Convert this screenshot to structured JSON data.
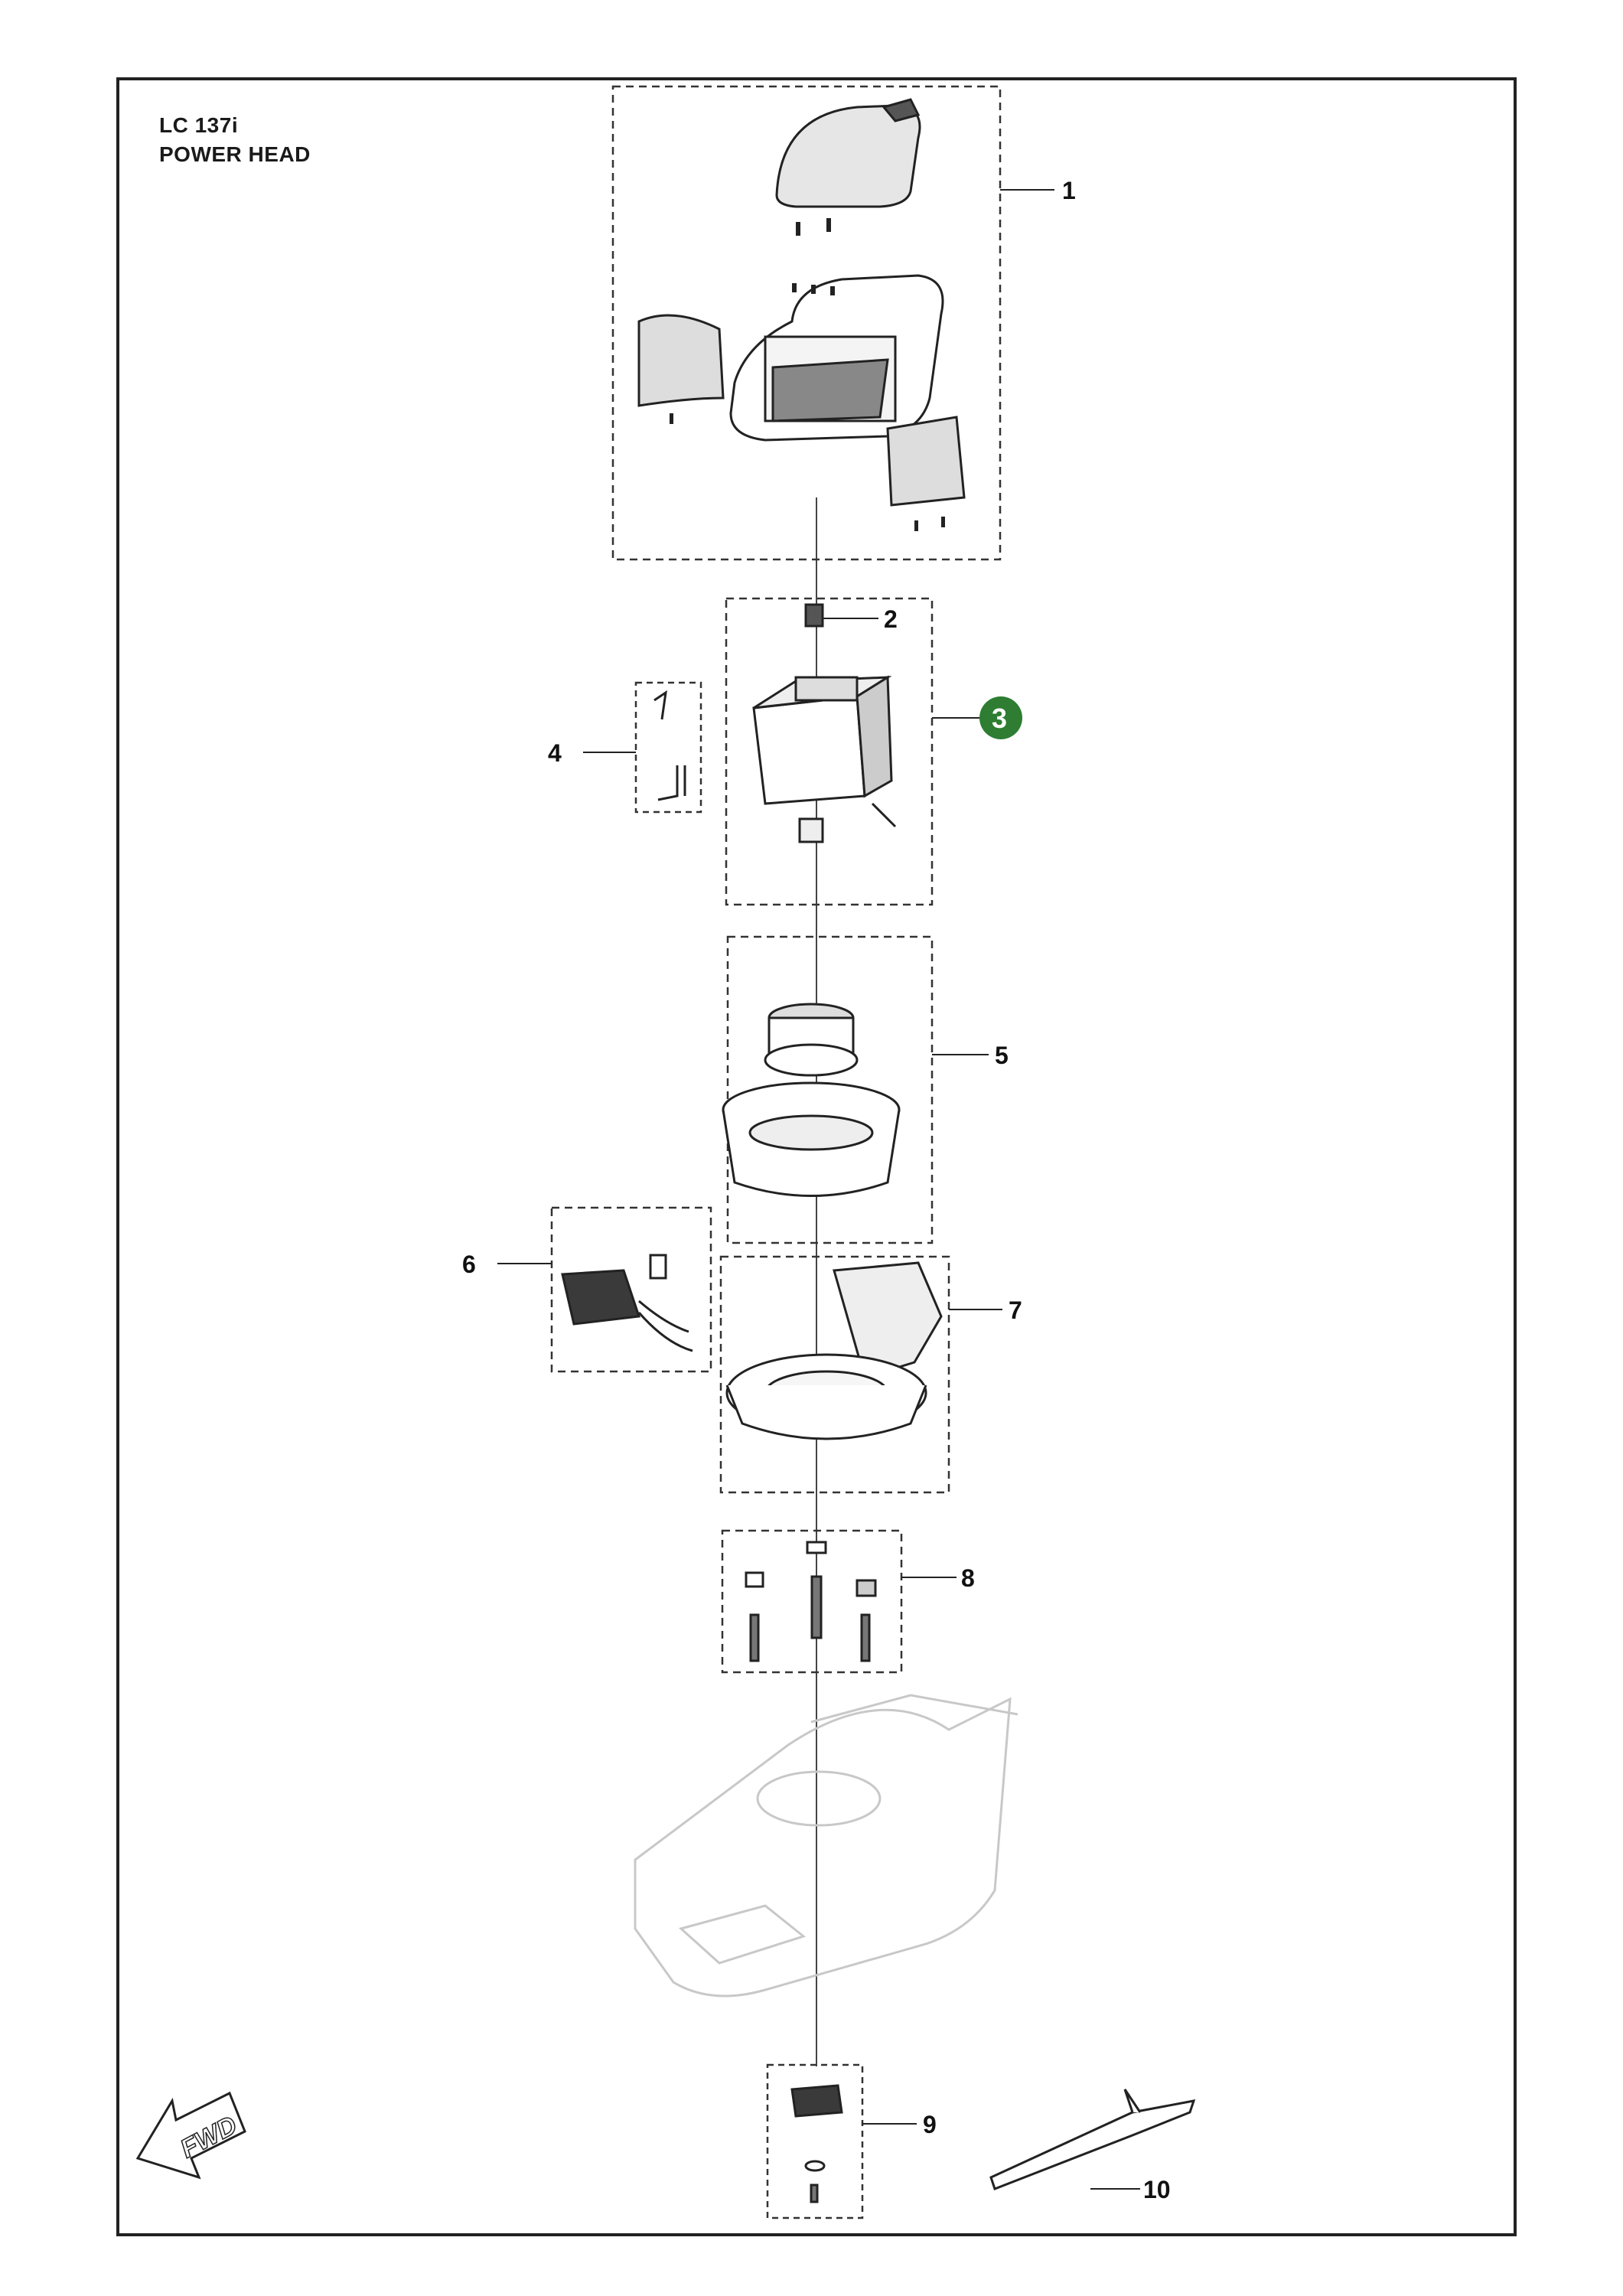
{
  "header": {
    "model": "LC 137i",
    "section": "POWER HEAD"
  },
  "callouts": [
    "1",
    "2",
    "3",
    "4",
    "5",
    "6",
    "7",
    "8",
    "9",
    "10"
  ],
  "highlighted_callout": {
    "label": "3",
    "color": "#2e7d32"
  },
  "direction_marker": {
    "label": "FWD",
    "icon": "forward-arrow-icon"
  },
  "colors": {
    "line": "#222222",
    "ghost": "#c8c8c8",
    "part_fill": "#ffffff",
    "part_dark": "#3a3a3a"
  }
}
